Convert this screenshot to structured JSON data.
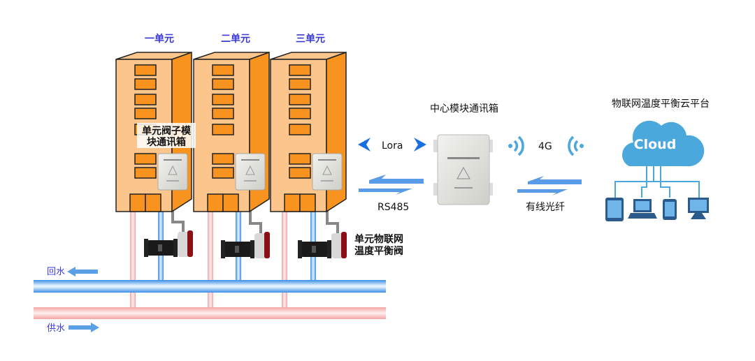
{
  "units": [
    "一单元",
    "二单元",
    "三单元"
  ],
  "labels": {
    "unit_valve_box": [
      "单元阀子模",
      "块通讯箱"
    ],
    "center_box": "中心模块通讯箱",
    "cloud_platform": "物联网温度平衡云平台",
    "lora": "Lora",
    "rs485": "RS485",
    "g4": "4G",
    "fiber": "有线光纤",
    "cloud": "Cloud",
    "unit_valve": [
      "单元物联网",
      "温度平衡阀"
    ],
    "return_water": "回水",
    "supply_water": "供水"
  },
  "colors": {
    "building_front": "#fbc58c",
    "building_side": "#f7931e",
    "supply_pipe": "#f4a3a3",
    "return_pipe": "#3a8ee6",
    "arrow": "#1a6fe0",
    "cloud": "#4aa8dc",
    "label_blue": "#3b3bd6"
  }
}
